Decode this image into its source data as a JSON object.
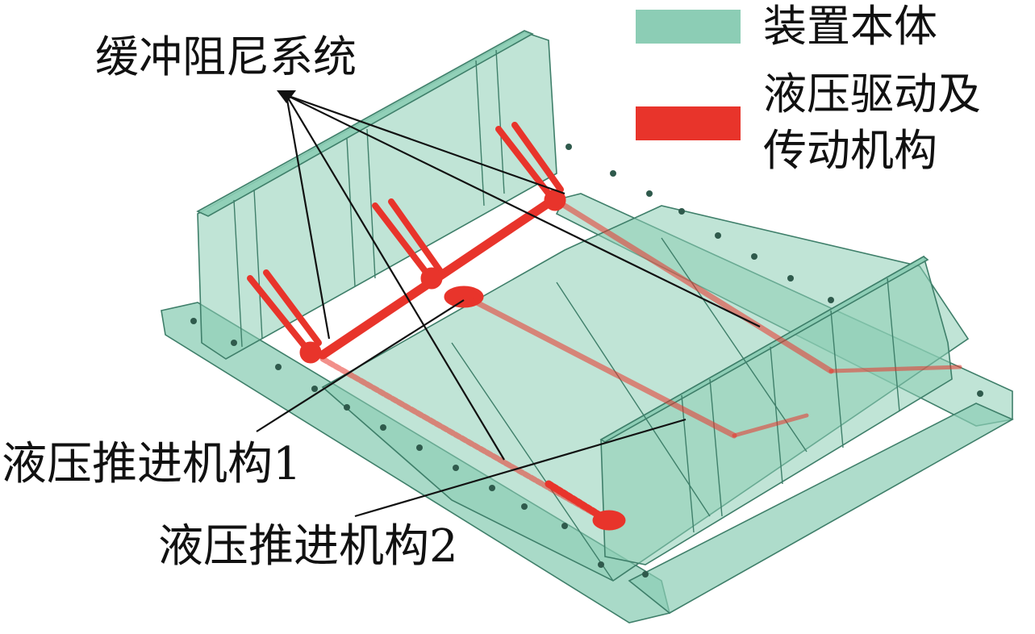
{
  "legend": [
    {
      "label": "装置本体",
      "color": "#8ccdb5"
    },
    {
      "label_line1": "液压驱动及",
      "label_line2": "传动机构",
      "color": "#e8342b"
    }
  ],
  "callouts": {
    "damping": "缓冲阻尼系统",
    "push1": "液压推进机构1",
    "push2": "液压推进机构2"
  },
  "colors": {
    "body_fill": "#8ccdb5",
    "body_edge": "#3f7f6a",
    "hydraulic": "#e8342b",
    "leader": "#111111"
  }
}
